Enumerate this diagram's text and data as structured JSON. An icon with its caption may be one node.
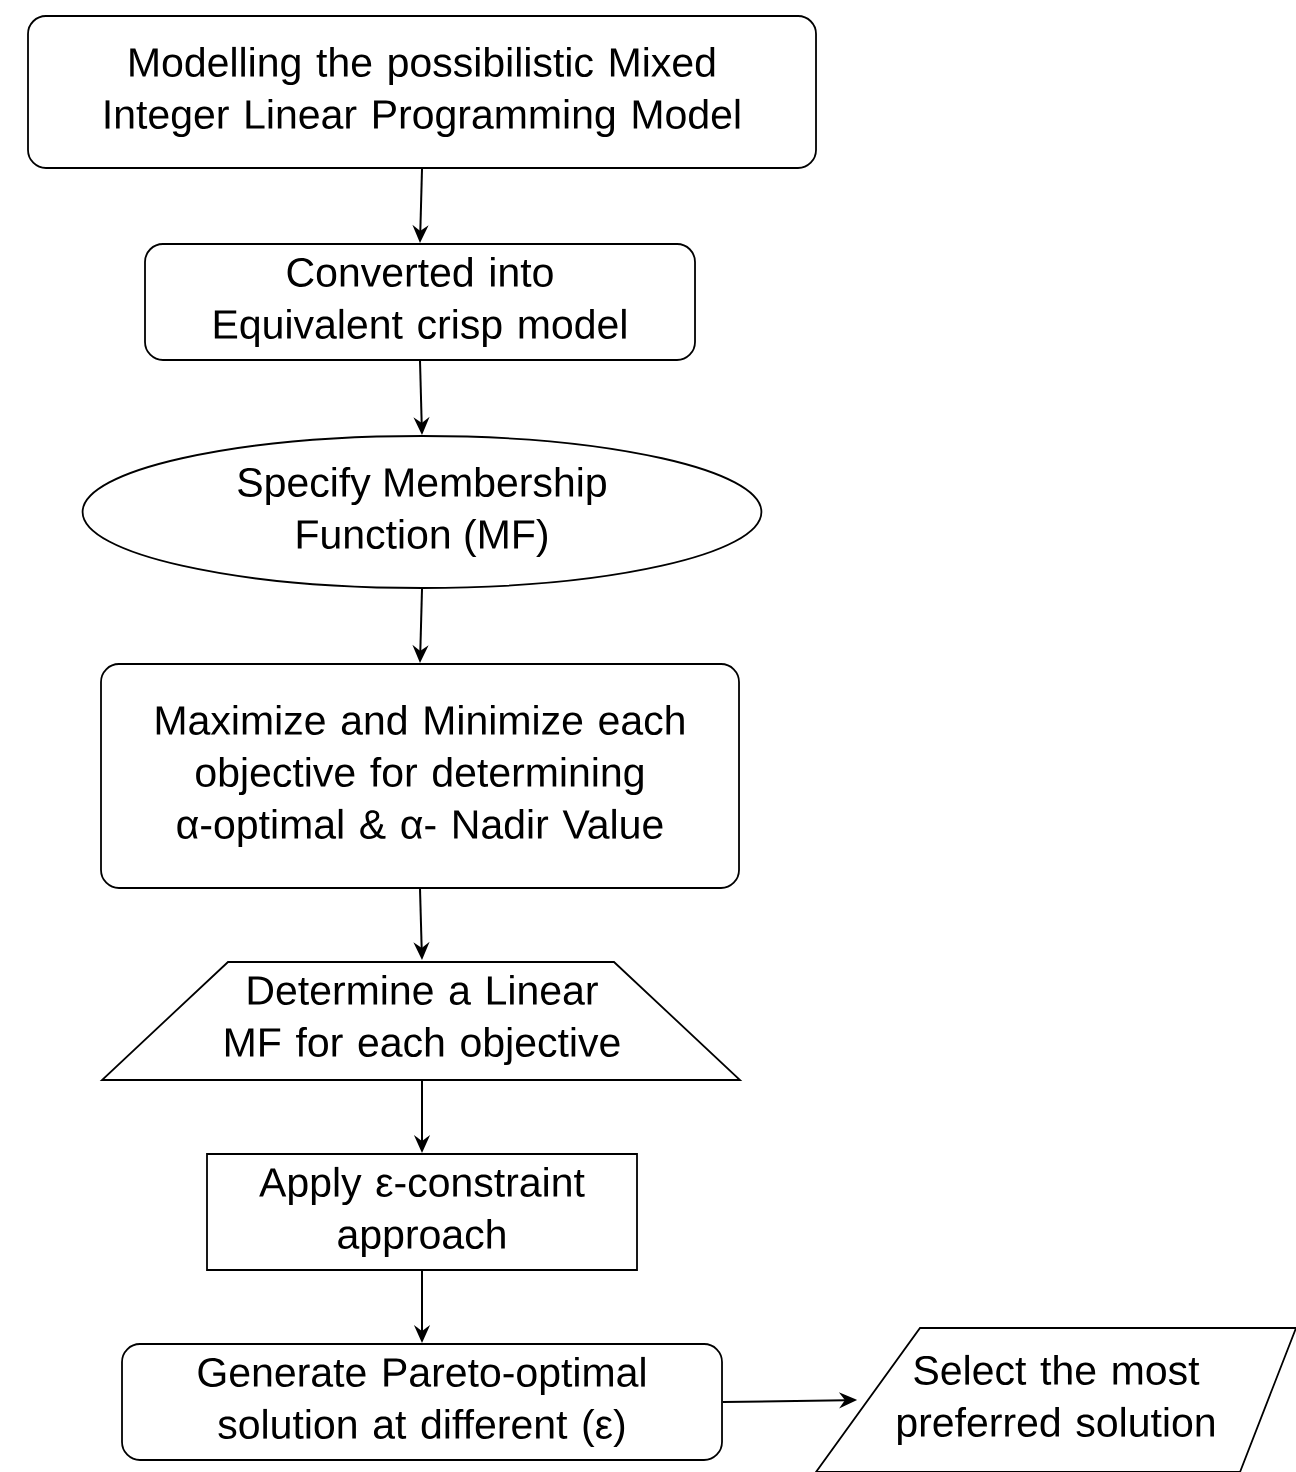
{
  "diagram": {
    "nodes": [
      {
        "text": [
          "Modelling the possibilistic Mixed Integer Linear Programming Model"
        ]
      },
      {
        "text": [
          "Converted into Equivalent crisp model"
        ]
      },
      {
        "text": [
          "Specify Membership Function (MF)"
        ]
      },
      {
        "text": [
          "Maximize and Minimize each objective for determining α-optimal & α- Nadir Value"
        ]
      },
      {
        "text": [
          "Determine a Linear MF for each objective"
        ]
      },
      {
        "text": [
          "Apply ε-constraint approach"
        ]
      },
      {
        "text": [
          "Generate Pareto-optimal solution at different (ε)"
        ]
      },
      {
        "text": [
          "Select the most preferred solution"
        ]
      }
    ],
    "edges": [
      {
        "from": 0,
        "to": 1,
        "arrow": "to"
      },
      {
        "from": 1,
        "to": 2,
        "arrow": "to"
      },
      {
        "from": 2,
        "to": 3,
        "arrow": "to"
      },
      {
        "from": 3,
        "to": 4,
        "arrow": "to"
      },
      {
        "from": 4,
        "to": 5,
        "arrow": "to"
      },
      {
        "from": 5,
        "to": 6,
        "arrow": "to"
      },
      {
        "from": 6,
        "to": 7,
        "arrow": "to"
      }
    ]
  }
}
